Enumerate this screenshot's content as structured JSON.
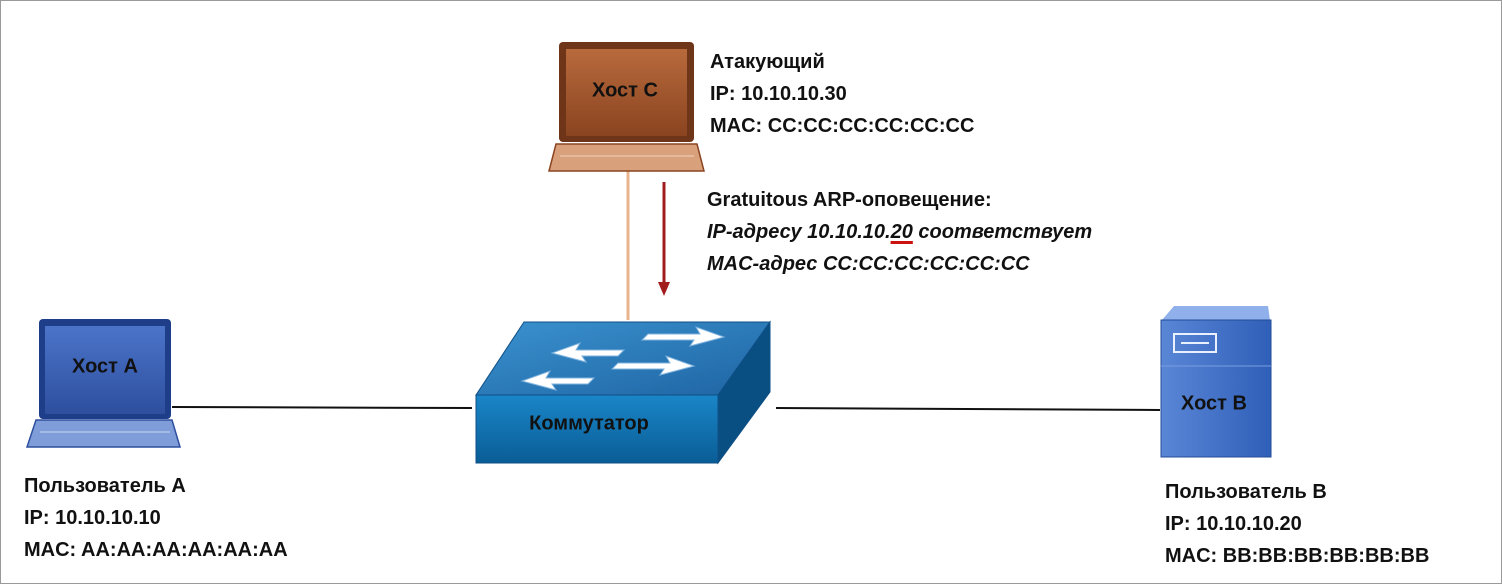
{
  "hosts": {
    "host_a": {
      "device_label": "Хост A",
      "name": "Пользователь A",
      "ip": "IP: 10.10.10.10",
      "mac": "MAC: AA:AA:AA:AA:AA:AA"
    },
    "host_b": {
      "device_label": "Хост B",
      "name": "Пользователь B",
      "ip": "IP: 10.10.10.20",
      "mac": "MAC: BB:BB:BB:BB:BB:BB"
    },
    "host_c": {
      "device_label": "Хост C",
      "name": "Атакующий",
      "ip": "IP: 10.10.10.30",
      "mac": "MAC: CC:CC:CC:CC:CC:CC"
    }
  },
  "switch": {
    "label": "Коммутатор"
  },
  "arp_message": {
    "title": "Gratuitous ARP-оповещение:",
    "line1_prefix": "IP-адресу 10.10.10.",
    "line1_highlight": "20",
    "line1_suffix": " соответствует",
    "line2": "MAC-адрес CC:CC:CC:CC:CC:CC"
  },
  "colors": {
    "laptop_a_screen": "#3f62b8",
    "laptop_c_screen": "#a0522d",
    "switch_front": "#0c6fae",
    "switch_top": "#2e7fbe",
    "server_body": "#3d6ec4",
    "attacker_link": "#e8b48c",
    "arp_arrow": "#a11c1c",
    "highlight_underline": "#cc1111"
  },
  "icons": [
    "laptop-icon",
    "switch-icon",
    "server-icon",
    "arrow-down-icon"
  ]
}
